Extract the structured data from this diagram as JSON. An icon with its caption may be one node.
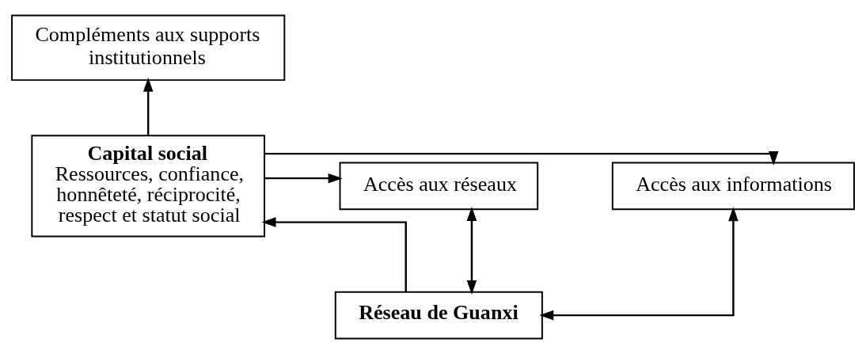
{
  "diagram": {
    "nodes": [
      {
        "text": [
          "Compléments aux supports institutionnels"
        ]
      },
      {
        "text": [
          "Capital social",
          "Ressources, confiance, honnêteté, réciprocité, respect et statut social"
        ]
      },
      {
        "text": [
          "Accès aux informations"
        ]
      },
      {
        "text": [
          "Accès aux réseaux"
        ]
      },
      {
        "text": [
          "Réseau de Guanxi"
        ]
      }
    ],
    "edges": [
      {
        "from": 1,
        "to": 0,
        "arrow": "to"
      },
      {
        "from": 1,
        "to": 2,
        "arrow": "to"
      },
      {
        "from": 1,
        "to": 3,
        "arrow": "to"
      },
      {
        "from": 4,
        "to": 1,
        "arrow": "to"
      },
      {
        "from": 4,
        "to": 2,
        "arrow": "both"
      },
      {
        "from": 4,
        "to": 3,
        "arrow": "both"
      }
    ]
  }
}
